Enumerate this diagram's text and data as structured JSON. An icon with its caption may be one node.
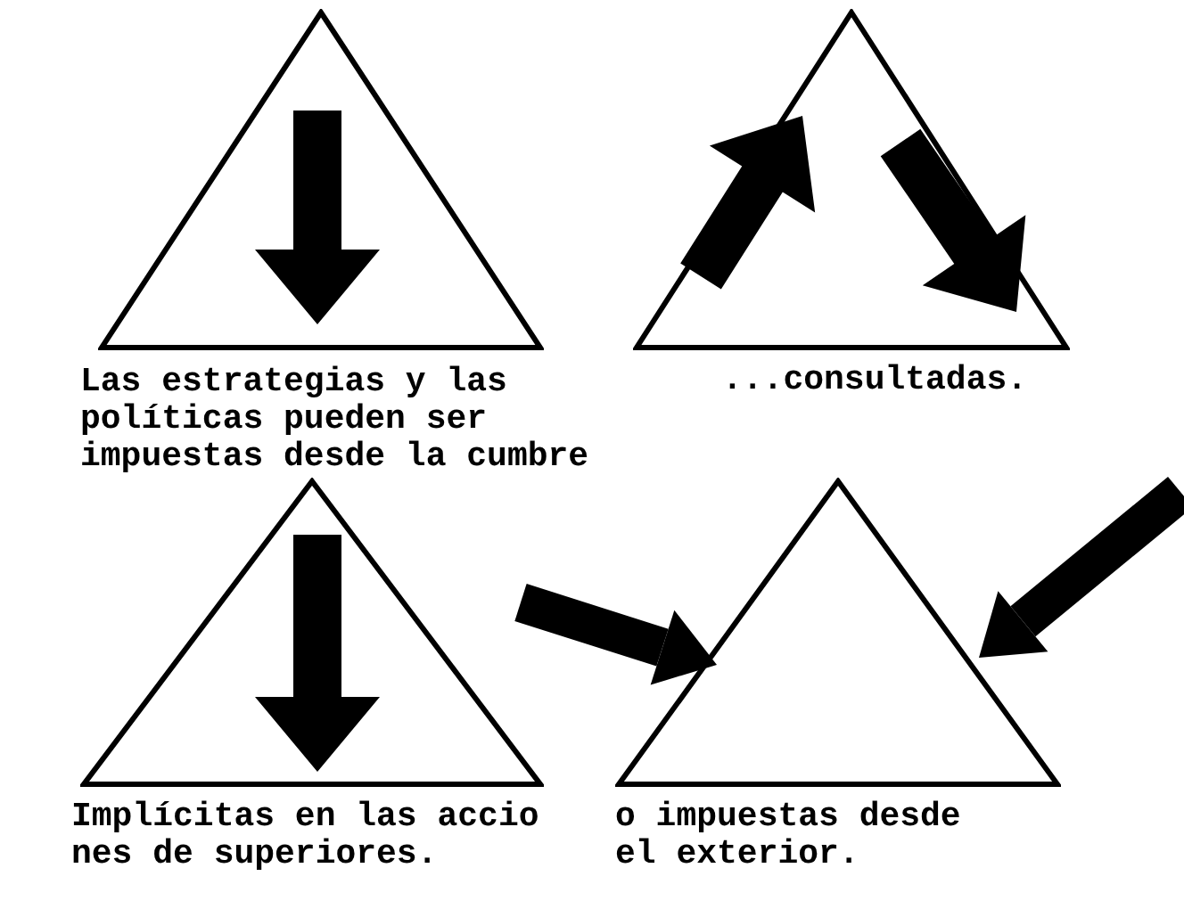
{
  "diagram": {
    "nodes": [
      {
        "text": [],
        "shape": "triangle"
      },
      {
        "text": [],
        "shape": "triangle"
      },
      {
        "text": [],
        "shape": "triangle"
      },
      {
        "text": [],
        "shape": "triangle"
      }
    ],
    "edges": [
      {
        "from": null,
        "to": 3,
        "arrow": "to"
      },
      {
        "from": null,
        "to": 3,
        "arrow": "to"
      }
    ],
    "labels": [
      "Las estrategias y las políticas pueden ser impuestas desde la cumbre",
      "...consultadas.",
      "Implícitas en las accio nes de superiores.",
      "o impuestas desde el exterior."
    ]
  }
}
